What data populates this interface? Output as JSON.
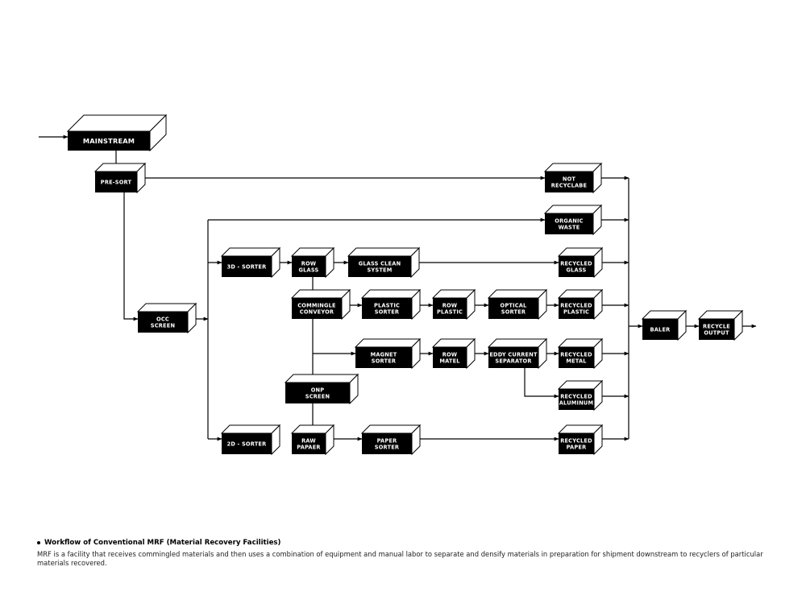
{
  "colors": {
    "box": "#000000",
    "box_text": "#ffffff",
    "line": "#000000",
    "background": "#ffffff"
  },
  "nodes": {
    "mainstream": "MAINSTREAM",
    "pre_sort": "PRE-SORT",
    "occ_screen": [
      "OCC",
      "SCREEN"
    ],
    "sorter_3d": "3D - SORTER",
    "sorter_2d": "2D - SORTER",
    "row_glass": [
      "ROW",
      "GLASS"
    ],
    "glass_clean": [
      "GLASS CLEAN",
      "SYSTEM"
    ],
    "commingle": [
      "COMMINGLE",
      "CONVEYOR"
    ],
    "plastic_sorter": [
      "PLASTIC",
      "SORTER"
    ],
    "row_plastic": [
      "ROW",
      "PLASTIC"
    ],
    "optical_sorter": [
      "OPTICAL",
      "SORTER"
    ],
    "magnet_sorter": [
      "MAGNET",
      "SORTER"
    ],
    "row_matel": [
      "ROW",
      "MATEL"
    ],
    "eddy_current": [
      "EDDY CURRENT",
      "SEPARATOR"
    ],
    "onp_screen": [
      "ONP",
      "SCREEN"
    ],
    "raw_papaer": [
      "RAW",
      "PAPAER"
    ],
    "paper_sorter": [
      "PAPER",
      "SORTER"
    ],
    "not_recyclabe": [
      "NOT",
      "RECYCLABE"
    ],
    "organic_waste": [
      "ORGANIC",
      "WASTE"
    ],
    "recycled_glass": [
      "RECYCLED",
      "GLASS"
    ],
    "recycled_plastic": [
      "RECYCLED",
      "PLASTIC"
    ],
    "recycled_metal": [
      "RECYCLED",
      "METAL"
    ],
    "recycled_aluminum": [
      "RECYCLED",
      "ALUMINUM"
    ],
    "recycled_paper": [
      "RECYCLED",
      "PAPER"
    ],
    "baler": "BALER",
    "recycle_output": [
      "RECYCLE",
      "OUTPUT"
    ]
  },
  "caption": {
    "title": "Workflow of Conventional MRF (Material Recovery Facilities)",
    "description": "MRF is a facility that receives commingled materials and then uses a combination of equipment and manual labor to separate and densify materials in preparation for shipment downstream to recyclers of particular materials recovered."
  }
}
